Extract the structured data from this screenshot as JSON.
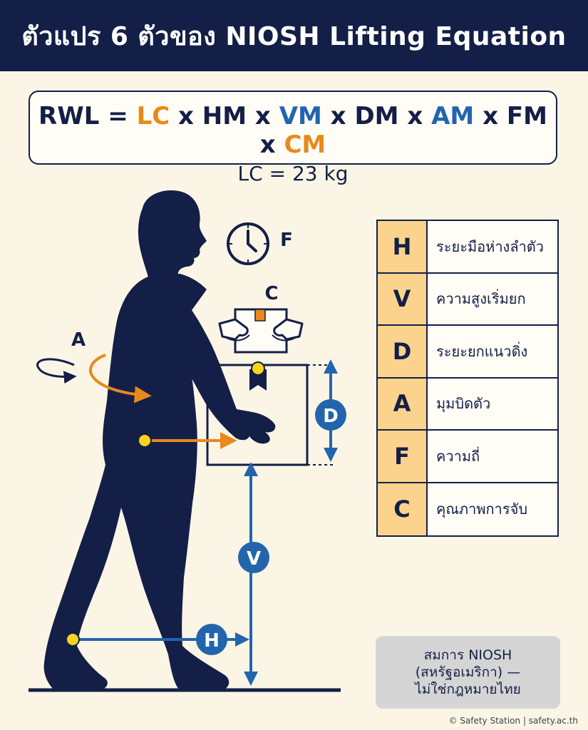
{
  "header": {
    "title": "ตัวแปร 6 ตัวของ NIOSH Lifting Equation"
  },
  "formula": {
    "terms": [
      {
        "text": "RWL = ",
        "color": "navy"
      },
      {
        "text": "LC",
        "color": "orange"
      },
      {
        "text": " x HM x ",
        "color": "navy"
      },
      {
        "text": "VM",
        "color": "blue"
      },
      {
        "text": " x DM x ",
        "color": "navy"
      },
      {
        "text": "AM",
        "color": "blue"
      },
      {
        "text": " x FM x ",
        "color": "navy"
      },
      {
        "text": "CM",
        "color": "orange"
      }
    ],
    "lc_line": "LC = 23 kg"
  },
  "diagram": {
    "label_a": "A",
    "label_c": "C",
    "label_f": "F",
    "label_d": "D",
    "label_v": "V",
    "label_h": "H"
  },
  "table": {
    "rows": [
      {
        "letter": "H",
        "desc": "ระยะมือห่างลำตัว"
      },
      {
        "letter": "V",
        "desc": "ความสูงเริ่มยก"
      },
      {
        "letter": "D",
        "desc": "ระยะยกแนวดิ่ง"
      },
      {
        "letter": "A",
        "desc": "มุมบิดตัว"
      },
      {
        "letter": "F",
        "desc": "ความถี่"
      },
      {
        "letter": "C",
        "desc": "คุณภาพการจับ"
      }
    ]
  },
  "note": {
    "line1": "สมการ NIOSH",
    "line2": "(สหรัฐอเมริกา) —",
    "line3": "ไม่ใช่กฎหมายไทย"
  },
  "copyright": "© Safety Station | safety.ac.th",
  "colors": {
    "navy": "#141f47",
    "orange": "#e8891c",
    "blue": "#2365ad",
    "cream": "#fbf5e6",
    "table_accent": "#fbd38c",
    "marker_yellow": "#f8d51d"
  },
  "icons": [
    "clock-icon",
    "gripping-hands-icon",
    "twist-arrow-icon",
    "person-silhouette"
  ]
}
